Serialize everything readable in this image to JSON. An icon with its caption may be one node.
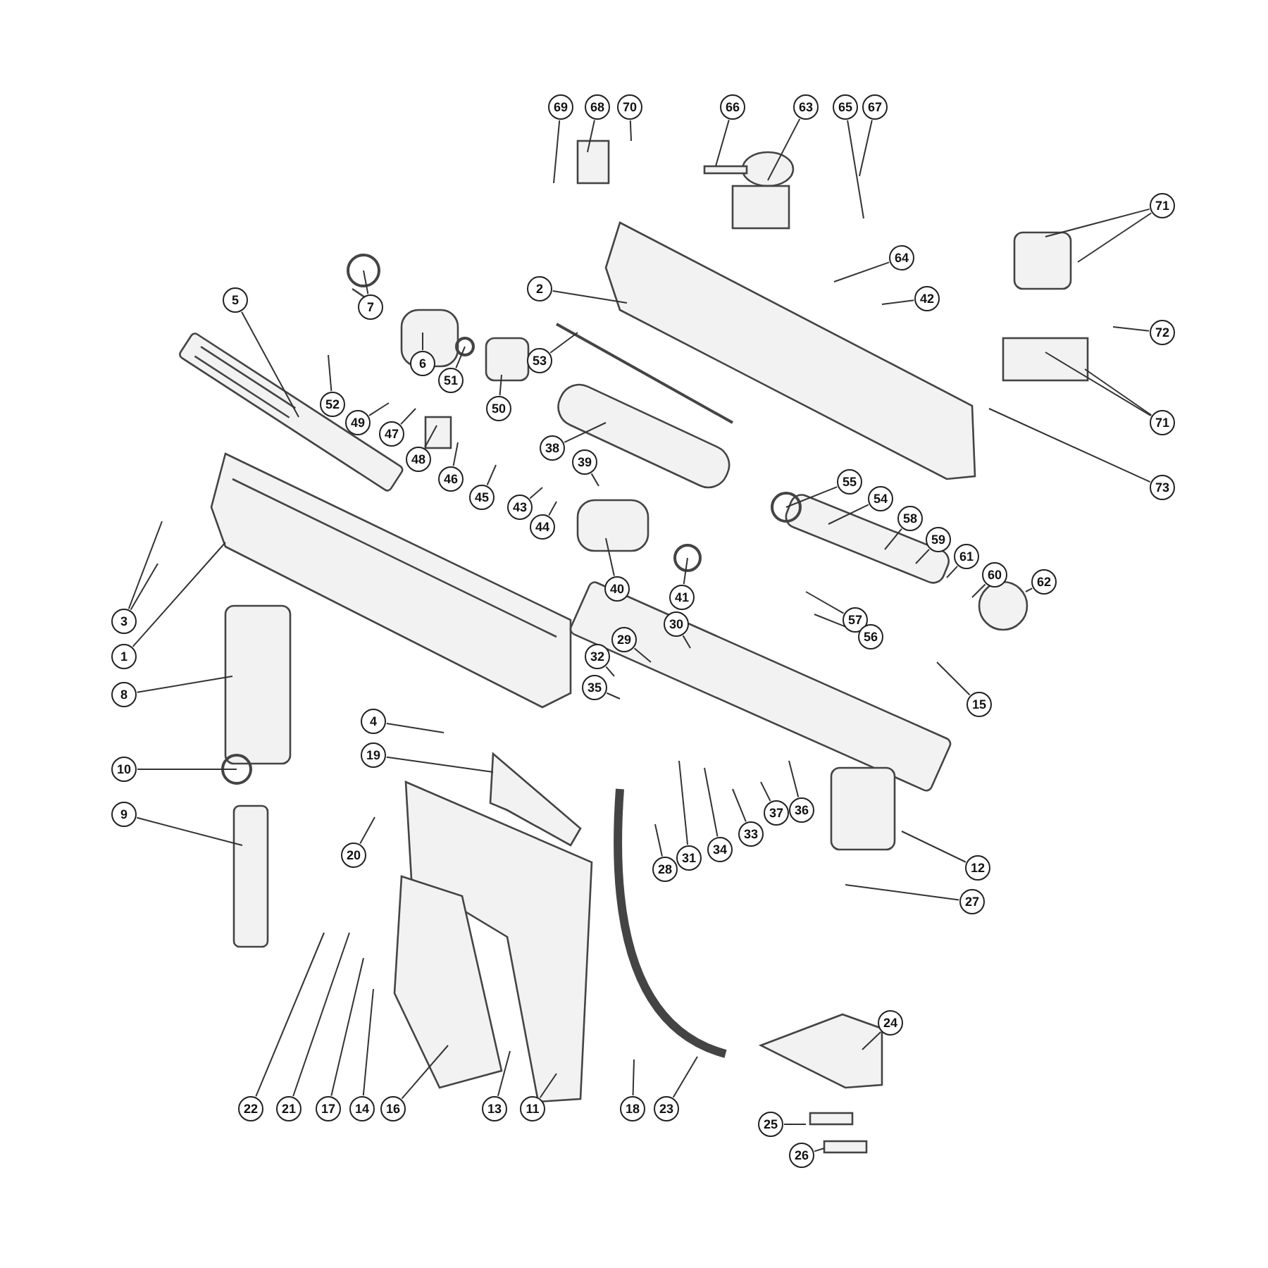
{
  "diagram": {
    "nodes": [
      {
        "text": [
          "69"
        ]
      },
      {
        "text": [
          "68"
        ]
      },
      {
        "text": [
          "70"
        ]
      },
      {
        "text": [
          "66"
        ]
      },
      {
        "text": [
          "63"
        ]
      },
      {
        "text": [
          "65"
        ]
      },
      {
        "text": [
          "67"
        ]
      },
      {
        "text": [
          "71"
        ]
      },
      {
        "text": [
          "2"
        ]
      },
      {
        "text": [
          "64"
        ]
      },
      {
        "text": [
          "42"
        ]
      },
      {
        "text": [
          "72"
        ]
      },
      {
        "text": [
          "5"
        ]
      },
      {
        "text": [
          "7"
        ]
      },
      {
        "text": [
          "53"
        ]
      },
      {
        "text": [
          "6"
        ]
      },
      {
        "text": [
          "51"
        ]
      },
      {
        "text": [
          "52"
        ]
      },
      {
        "text": [
          "50"
        ]
      },
      {
        "text": [
          "71"
        ]
      },
      {
        "text": [
          "49"
        ]
      },
      {
        "text": [
          "47"
        ]
      },
      {
        "text": [
          "73"
        ]
      },
      {
        "text": [
          "48"
        ]
      },
      {
        "text": [
          "46"
        ]
      },
      {
        "text": [
          "38"
        ]
      },
      {
        "text": [
          "39"
        ]
      },
      {
        "text": [
          "45"
        ]
      },
      {
        "text": [
          "43"
        ]
      },
      {
        "text": [
          "44"
        ]
      },
      {
        "text": [
          "55"
        ]
      },
      {
        "text": [
          "54"
        ]
      },
      {
        "text": [
          "58"
        ]
      },
      {
        "text": [
          "59"
        ]
      },
      {
        "text": [
          "61"
        ]
      },
      {
        "text": [
          "60"
        ]
      },
      {
        "text": [
          "62"
        ]
      },
      {
        "text": [
          "3"
        ]
      },
      {
        "text": [
          "1"
        ]
      },
      {
        "text": [
          "40"
        ]
      },
      {
        "text": [
          "41"
        ]
      },
      {
        "text": [
          "57"
        ]
      },
      {
        "text": [
          "30"
        ]
      },
      {
        "text": [
          "56"
        ]
      },
      {
        "text": [
          "29"
        ]
      },
      {
        "text": [
          "32"
        ]
      },
      {
        "text": [
          "35"
        ]
      },
      {
        "text": [
          "15"
        ]
      },
      {
        "text": [
          "8"
        ]
      },
      {
        "text": [
          "4"
        ]
      },
      {
        "text": [
          "19"
        ]
      },
      {
        "text": [
          "10"
        ]
      },
      {
        "text": [
          "9"
        ]
      },
      {
        "text": [
          "20"
        ]
      },
      {
        "text": [
          "37"
        ]
      },
      {
        "text": [
          "36"
        ]
      },
      {
        "text": [
          "33"
        ]
      },
      {
        "text": [
          "34"
        ]
      },
      {
        "text": [
          "31"
        ]
      },
      {
        "text": [
          "28"
        ]
      },
      {
        "text": [
          "12"
        ]
      },
      {
        "text": [
          "27"
        ]
      },
      {
        "text": [
          "24"
        ]
      },
      {
        "text": [
          "22"
        ]
      },
      {
        "text": [
          "21"
        ]
      },
      {
        "text": [
          "17"
        ]
      },
      {
        "text": [
          "14"
        ]
      },
      {
        "text": [
          "16"
        ]
      },
      {
        "text": [
          "13"
        ]
      },
      {
        "text": [
          "11"
        ]
      },
      {
        "text": [
          "18"
        ]
      },
      {
        "text": [
          "23"
        ]
      },
      {
        "text": [
          "25"
        ]
      },
      {
        "text": [
          "26"
        ]
      }
    ],
    "edges": [
      {
        "from": 0,
        "to": null,
        "arrow": "none"
      },
      {
        "from": 1,
        "to": null,
        "arrow": "none"
      },
      {
        "from": 2,
        "to": null,
        "arrow": "none"
      },
      {
        "from": 3,
        "to": null,
        "arrow": "none"
      },
      {
        "from": 4,
        "to": null,
        "arrow": "none"
      },
      {
        "from": 5,
        "to": null,
        "arrow": "none"
      },
      {
        "from": 6,
        "to": null,
        "arrow": "none"
      },
      {
        "from": 7,
        "to": null,
        "arrow": "none"
      },
      {
        "from": 7,
        "to": null,
        "arrow": "none"
      },
      {
        "from": 8,
        "to": null,
        "arrow": "none"
      },
      {
        "from": 9,
        "to": null,
        "arrow": "none"
      },
      {
        "from": 10,
        "to": null,
        "arrow": "none"
      },
      {
        "from": 11,
        "to": null,
        "arrow": "none"
      },
      {
        "from": 12,
        "to": null,
        "arrow": "none"
      },
      {
        "from": 13,
        "to": null,
        "arrow": "none"
      },
      {
        "from": 14,
        "to": null,
        "arrow": "none"
      },
      {
        "from": 15,
        "to": null,
        "arrow": "none"
      },
      {
        "from": 16,
        "to": null,
        "arrow": "none"
      },
      {
        "from": 17,
        "to": null,
        "arrow": "none"
      },
      {
        "from": 18,
        "to": null,
        "arrow": "none"
      },
      {
        "from": 19,
        "to": null,
        "arrow": "none"
      },
      {
        "from": 19,
        "to": null,
        "arrow": "none"
      },
      {
        "from": 20,
        "to": null,
        "arrow": "none"
      },
      {
        "from": 21,
        "to": null,
        "arrow": "none"
      },
      {
        "from": 22,
        "to": null,
        "arrow": "none"
      },
      {
        "from": 23,
        "to": null,
        "arrow": "none"
      },
      {
        "from": 24,
        "to": null,
        "arrow": "none"
      },
      {
        "from": 25,
        "to": null,
        "arrow": "none"
      },
      {
        "from": 26,
        "to": null,
        "arrow": "none"
      },
      {
        "from": 27,
        "to": null,
        "arrow": "none"
      },
      {
        "from": 28,
        "to": null,
        "arrow": "none"
      },
      {
        "from": 29,
        "to": null,
        "arrow": "none"
      },
      {
        "from": 30,
        "to": null,
        "arrow": "none"
      },
      {
        "from": 31,
        "to": null,
        "arrow": "none"
      },
      {
        "from": 32,
        "to": null,
        "arrow": "none"
      },
      {
        "from": 33,
        "to": null,
        "arrow": "none"
      },
      {
        "from": 34,
        "to": null,
        "arrow": "none"
      },
      {
        "from": 35,
        "to": null,
        "arrow": "none"
      },
      {
        "from": 36,
        "to": null,
        "arrow": "none"
      },
      {
        "from": 37,
        "to": null,
        "arrow": "none"
      },
      {
        "from": 37,
        "to": null,
        "arrow": "none"
      },
      {
        "from": 38,
        "to": null,
        "arrow": "none"
      },
      {
        "from": 39,
        "to": null,
        "arrow": "none"
      },
      {
        "from": 40,
        "to": null,
        "arrow": "none"
      },
      {
        "from": 41,
        "to": null,
        "arrow": "none"
      },
      {
        "from": 42,
        "to": null,
        "arrow": "none"
      },
      {
        "from": 43,
        "to": null,
        "arrow": "none"
      },
      {
        "from": 44,
        "to": null,
        "arrow": "none"
      },
      {
        "from": 45,
        "to": null,
        "arrow": "none"
      },
      {
        "from": 46,
        "to": null,
        "arrow": "none"
      },
      {
        "from": 47,
        "to": null,
        "arrow": "none"
      },
      {
        "from": 48,
        "to": null,
        "arrow": "none"
      },
      {
        "from": 49,
        "to": null,
        "arrow": "none"
      },
      {
        "from": 50,
        "to": null,
        "arrow": "none"
      },
      {
        "from": 51,
        "to": null,
        "arrow": "none"
      },
      {
        "from": 52,
        "to": null,
        "arrow": "none"
      },
      {
        "from": 53,
        "to": null,
        "arrow": "none"
      },
      {
        "from": 54,
        "to": null,
        "arrow": "none"
      },
      {
        "from": 55,
        "to": null,
        "arrow": "none"
      },
      {
        "from": 56,
        "to": null,
        "arrow": "none"
      },
      {
        "from": 57,
        "to": null,
        "arrow": "none"
      },
      {
        "from": 58,
        "to": null,
        "arrow": "none"
      },
      {
        "from": 59,
        "to": null,
        "arrow": "none"
      },
      {
        "from": 60,
        "to": null,
        "arrow": "none"
      },
      {
        "from": 61,
        "to": null,
        "arrow": "none"
      },
      {
        "from": 62,
        "to": null,
        "arrow": "none"
      },
      {
        "from": 63,
        "to": null,
        "arrow": "none"
      },
      {
        "from": 64,
        "to": null,
        "arrow": "none"
      },
      {
        "from": 65,
        "to": null,
        "arrow": "none"
      },
      {
        "from": 66,
        "to": null,
        "arrow": "none"
      },
      {
        "from": 67,
        "to": null,
        "arrow": "none"
      },
      {
        "from": 68,
        "to": null,
        "arrow": "none"
      },
      {
        "from": 69,
        "to": null,
        "arrow": "none"
      },
      {
        "from": 70,
        "to": null,
        "arrow": "none"
      },
      {
        "from": 71,
        "to": null,
        "arrow": "none"
      },
      {
        "from": 72,
        "to": null,
        "arrow": "none"
      },
      {
        "from": 73,
        "to": null,
        "arrow": "none"
      }
    ]
  }
}
